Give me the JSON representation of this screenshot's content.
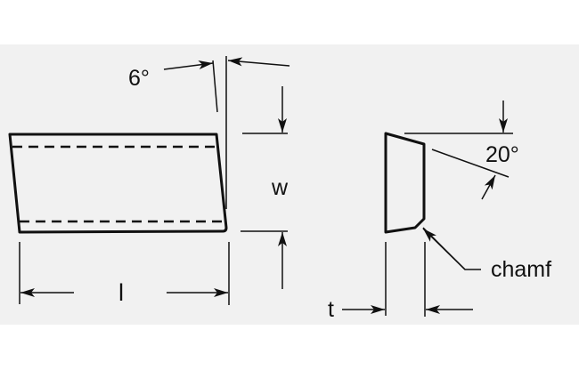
{
  "labels": {
    "angle_top": "6°",
    "width": "w",
    "length": "l",
    "angle_side": "20°",
    "chamfer": "chamf",
    "thickness": "t"
  },
  "colors": {
    "background_panel": "#f1f1f1",
    "ink": "#111111"
  }
}
